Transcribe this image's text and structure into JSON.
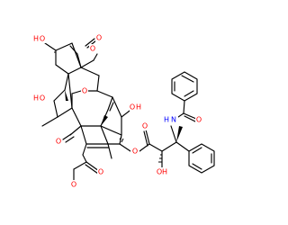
{
  "colors": {
    "bond": "#000000",
    "oxygen": "#ff0000",
    "nitrogen": "#0000ff",
    "background": "#ffffff"
  },
  "atoms": {
    "o_acetate_top_carbonyl": "O",
    "o_acetate_top_ester": "O",
    "o_hydroxyl_upper_left": "O",
    "o_hydroxyl_left": "O",
    "o_oxetane": "O",
    "o_ketone": "O",
    "o_hydroxyl_bridge": "O",
    "o_acetate_bottom_ester": "O",
    "o_acetate_bottom_carbonyl": "O",
    "o_ester_carbonyl": "O",
    "o_ester_link": "O",
    "o_side_hydroxyl": "O",
    "o_amide_carbonyl": "O",
    "n_amide": "N",
    "h_hydroxyl_upper_left": "H",
    "h_hydroxyl_left": "H",
    "h_hydroxyl_bridge": "H",
    "h_side_hydroxyl": "H",
    "h_amide": "H"
  }
}
